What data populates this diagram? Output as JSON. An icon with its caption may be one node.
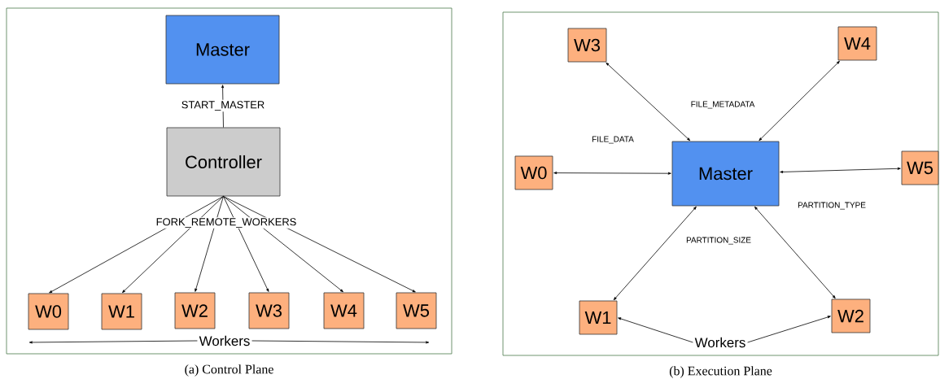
{
  "diagram": {
    "nodes": [
      {
        "text": [
          "(a) Control Plane"
        ]
      },
      {
        "text": [
          "Master"
        ],
        "in": 0
      },
      {
        "text": [
          "Controller"
        ],
        "in": 0
      },
      {
        "text": [
          "W0"
        ],
        "in": 0
      },
      {
        "text": [
          "W1"
        ],
        "in": 0
      },
      {
        "text": [
          "W2"
        ],
        "in": 0
      },
      {
        "text": [
          "W3"
        ],
        "in": 0
      },
      {
        "text": [
          "W4"
        ],
        "in": 0
      },
      {
        "text": [
          "W5"
        ],
        "in": 0
      },
      {
        "text": [
          "Workers"
        ],
        "in": 0
      },
      {
        "text": [
          "(b) Execution Plane"
        ]
      },
      {
        "text": [
          "W3"
        ],
        "in": 10
      },
      {
        "text": [
          "W4"
        ],
        "in": 10
      },
      {
        "text": [
          "W0"
        ],
        "in": 10
      },
      {
        "text": [
          "Master"
        ],
        "in": 10
      },
      {
        "text": [
          "W5"
        ],
        "in": 10
      },
      {
        "text": [
          "W1"
        ],
        "in": 10
      },
      {
        "text": [
          "W2"
        ],
        "in": 10
      },
      {
        "text": [
          "Workers"
        ],
        "in": 10
      }
    ],
    "edges": [
      {
        "from": 2,
        "to": 1,
        "arrow": "to",
        "label": "START_MASTER"
      },
      {
        "from": 2,
        "to": 3,
        "arrow": "to"
      },
      {
        "from": 2,
        "to": 4,
        "arrow": "to"
      },
      {
        "from": 2,
        "to": 5,
        "arrow": "to"
      },
      {
        "from": 2,
        "to": 6,
        "arrow": "to"
      },
      {
        "from": 2,
        "to": 7,
        "arrow": "to"
      },
      {
        "from": 2,
        "to": 8,
        "arrow": "to"
      },
      {
        "from": 9,
        "to": null,
        "arrow": "to"
      },
      {
        "from": 9,
        "to": null,
        "arrow": "to"
      },
      {
        "from": 11,
        "to": 14,
        "arrow": "both"
      },
      {
        "from": 12,
        "to": 14,
        "arrow": "both"
      },
      {
        "from": 13,
        "to": 14,
        "arrow": "both"
      },
      {
        "from": 14,
        "to": 15,
        "arrow": "both"
      },
      {
        "from": 14,
        "to": 16,
        "arrow": "both"
      },
      {
        "from": 14,
        "to": 17,
        "arrow": "both"
      },
      {
        "from": 18,
        "to": 16,
        "arrow": "to"
      },
      {
        "from": 18,
        "to": 17,
        "arrow": "to"
      }
    ],
    "labels": [
      "FORK_REMOTE_WORKERS",
      "FILE_METADATA",
      "FILE_DATA",
      "PARTITION_TYPE",
      "PARTITION_SIZE"
    ]
  }
}
